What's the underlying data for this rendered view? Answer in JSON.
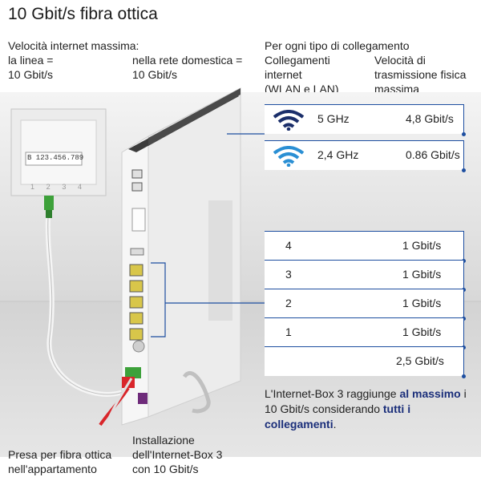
{
  "title": "10 Gbit/s fibra ottica",
  "left_header": {
    "heading": "Velocità internet massima:",
    "line_label": "la linea =",
    "line_value": "10 Gbit/s",
    "home_label": "nella rete domestica =",
    "home_value": "10 Gbit/s"
  },
  "right_header": {
    "heading": "Per ogni tipo di collegamento",
    "col1": [
      "Collegamenti",
      "internet",
      "(WLAN e LAN)"
    ],
    "col2": [
      "Velocità di",
      "trasmissione fisica",
      "massima"
    ]
  },
  "wlan_rows": [
    {
      "band": "5 GHz",
      "speed": "4,8 Gbit/s",
      "icon": "wifi-icon",
      "color": "#1a2e6a"
    },
    {
      "band": "2,4 GHz",
      "speed": "0.86 Gbit/s",
      "icon": "wifi-icon",
      "color": "#2a8fd4"
    }
  ],
  "lan_rows": [
    {
      "port": "4",
      "speed": "1 Gbit/s"
    },
    {
      "port": "3",
      "speed": "1 Gbit/s"
    },
    {
      "port": "2",
      "speed": "1 Gbit/s"
    },
    {
      "port": "1",
      "speed": "1 Gbit/s"
    },
    {
      "port": "",
      "speed": "2,5 Gbit/s"
    }
  ],
  "note": {
    "part1": "L'Internet-Box 3 raggiunge ",
    "bold1": "al massimo",
    "part2": " i 10 Gbit/s considerando ",
    "bold2": "tutti i collegamenti",
    "part3": "."
  },
  "wall_socket": {
    "label": "B 123.456.789",
    "ports": [
      "1",
      "2",
      "3",
      "4"
    ]
  },
  "captions": {
    "left": [
      "Presa per fibra ottica",
      "nell'appartamento"
    ],
    "middle": [
      "Installazione",
      "dell'Internet-Box 3",
      "con 10 Gbit/s"
    ]
  },
  "colors": {
    "accent": "#1d4ea0",
    "navy": "#1a2e6a",
    "wifi_light": "#2a8fd4",
    "port_yellow": "#d8c64a",
    "cable_red": "#d9252a",
    "connector_green": "#3da13a"
  }
}
